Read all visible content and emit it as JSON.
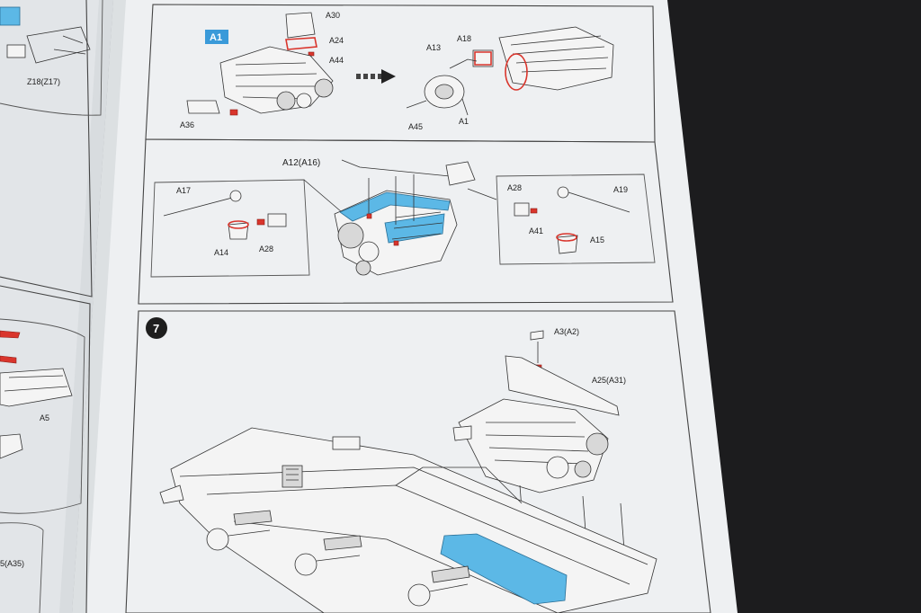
{
  "left_page": {
    "labels": [
      "Z18(Z17)",
      "A5",
      "5(A35)"
    ]
  },
  "step6": {
    "top_panel": {
      "subassembly_tag": "A1",
      "labels": [
        "A30",
        "A24",
        "A44",
        "A36",
        "A18",
        "A13",
        "A45",
        "A1"
      ]
    },
    "middle_panel": {
      "labels": [
        "A12(A16)",
        "A17",
        "A14",
        "A28",
        "A28",
        "A19",
        "A41",
        "A15"
      ]
    }
  },
  "step7": {
    "step_number": "7",
    "labels": [
      "A3(A2)",
      "A25(A31)"
    ]
  },
  "colors": {
    "highlight_red": "#d9352c",
    "highlight_blue": "#5cb8e6",
    "tag_blue": "#3a9ad9",
    "paper": "#eceef0",
    "background": "#1c1c1e"
  }
}
